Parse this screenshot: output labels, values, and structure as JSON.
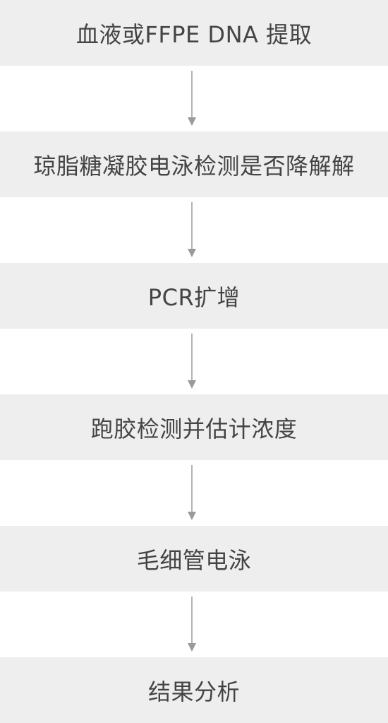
{
  "flowchart": {
    "steps": [
      {
        "label": "血液或FFPE DNA 提取"
      },
      {
        "label": "琼脂糖凝胶电泳检测是否降解解"
      },
      {
        "label": "PCR扩增"
      },
      {
        "label": "跑胶检测并估计浓度"
      },
      {
        "label": "毛细管电泳"
      },
      {
        "label": "结果分析"
      }
    ],
    "colors": {
      "box_fill": "#eeeeee",
      "text": "#444444",
      "arrow": "#9a9a9a"
    }
  }
}
